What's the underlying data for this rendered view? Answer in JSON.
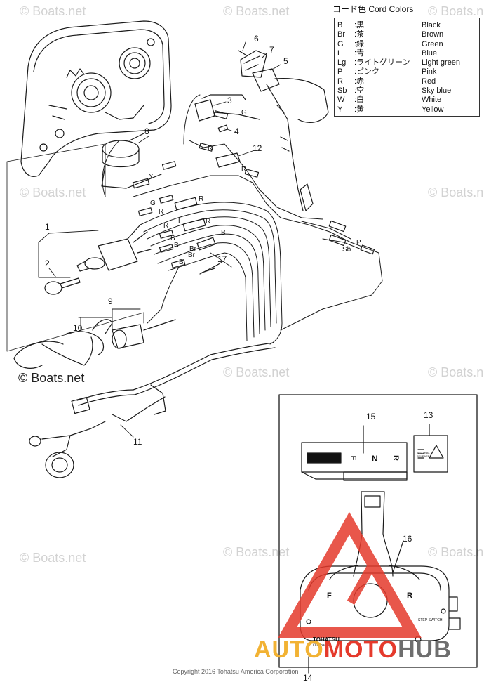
{
  "watermark_text": "© Boats.net",
  "legend": {
    "title": "コード色 Cord Colors",
    "rows": [
      {
        "code": "B",
        "jp": ":黒",
        "en": "Black"
      },
      {
        "code": "Br",
        "jp": ":茶",
        "en": "Brown"
      },
      {
        "code": "G",
        "jp": ":緑",
        "en": "Green"
      },
      {
        "code": "L",
        "jp": ":青",
        "en": "Blue"
      },
      {
        "code": "Lg",
        "jp": ":ライトグリーン",
        "en": "Light green"
      },
      {
        "code": "P",
        "jp": ":ピンク",
        "en": "Pink"
      },
      {
        "code": "R",
        "jp": ":赤",
        "en": "Red"
      },
      {
        "code": "Sb",
        "jp": ":空",
        "en": "Sky blue"
      },
      {
        "code": "W",
        "jp": ":白",
        "en": "White"
      },
      {
        "code": "Y",
        "jp": ":黄",
        "en": "Yellow"
      }
    ]
  },
  "callouts": [
    "1",
    "2",
    "3",
    "4",
    "5",
    "6",
    "7",
    "8",
    "9",
    "10",
    "11",
    "12",
    "13",
    "14",
    "15",
    "16",
    "17"
  ],
  "wire_labels": [
    "G",
    "R",
    "R",
    "Y",
    "G",
    "R",
    "R",
    "R",
    "L",
    "R",
    "B",
    "B",
    "B",
    "Br",
    "Br",
    "B",
    "P",
    "Sb"
  ],
  "remote_lever_text": {
    "forward": "F",
    "neutral": "N",
    "reverse": "R",
    "brand": "TOHATSU",
    "sub_brand": "Outboards",
    "neutral_switch": "NEUTRAL RELEASE",
    "step_switch": "STEP-SWITCH"
  },
  "copyright": "Copyright 2016 Tohatsu America Corporation",
  "boatsnet_mark": "© Boats.net",
  "brand_logo": {
    "part1": "AUTO",
    "part2": "MOTO",
    "part3": "HUB"
  },
  "colors": {
    "ink": "#111111",
    "watermark": "#d2d2d2",
    "logo_red": "#e53a2c",
    "logo_orange": "#f2b233",
    "logo_gray": "#6e6e6e"
  }
}
